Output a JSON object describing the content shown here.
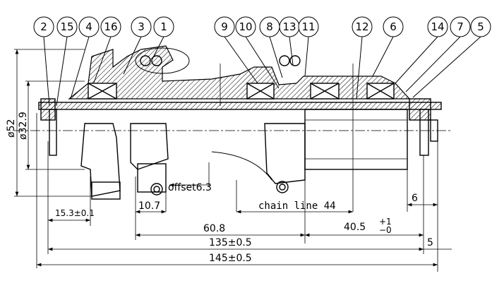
{
  "part_labels": [
    "2",
    "15",
    "4",
    "16",
    "3",
    "1",
    "9",
    "10",
    "8",
    "13",
    "11",
    "12",
    "6",
    "14",
    "7",
    "5"
  ],
  "dimensions": {
    "outer_diameter": "ø52",
    "inner_diameter": "ø32.9",
    "offset": "offset6.3",
    "left_width": "15.3±0.1",
    "flange_gap": "10.7",
    "chain_line": "chain line 44",
    "center_span": "60.8",
    "right_span": "40.5",
    "right_tol_plus": "+1",
    "right_tol_minus": "−0",
    "hub_width": "135±0.5",
    "right_end": "5",
    "total_width": "145±0.5",
    "cassette_end": "6"
  },
  "colors": {
    "line": "#000000",
    "background": "#ffffff"
  }
}
